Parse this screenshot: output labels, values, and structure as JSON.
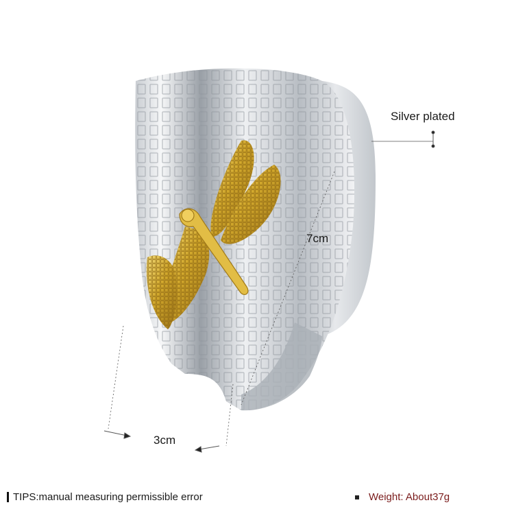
{
  "product": {
    "image_icon": "dragonfly-cuff-bangle-image",
    "colors": {
      "silver": "#d9dde2",
      "gold": "#d8b23a",
      "text": "#1a1a1a",
      "weight_text": "#7a1b1b"
    }
  },
  "annotations": {
    "material": "Silver plated",
    "height": "7cm",
    "width": "3cm"
  },
  "footer": {
    "tips": "TIPS:manual measuring permissible error",
    "weight": "Weight: About37g"
  }
}
